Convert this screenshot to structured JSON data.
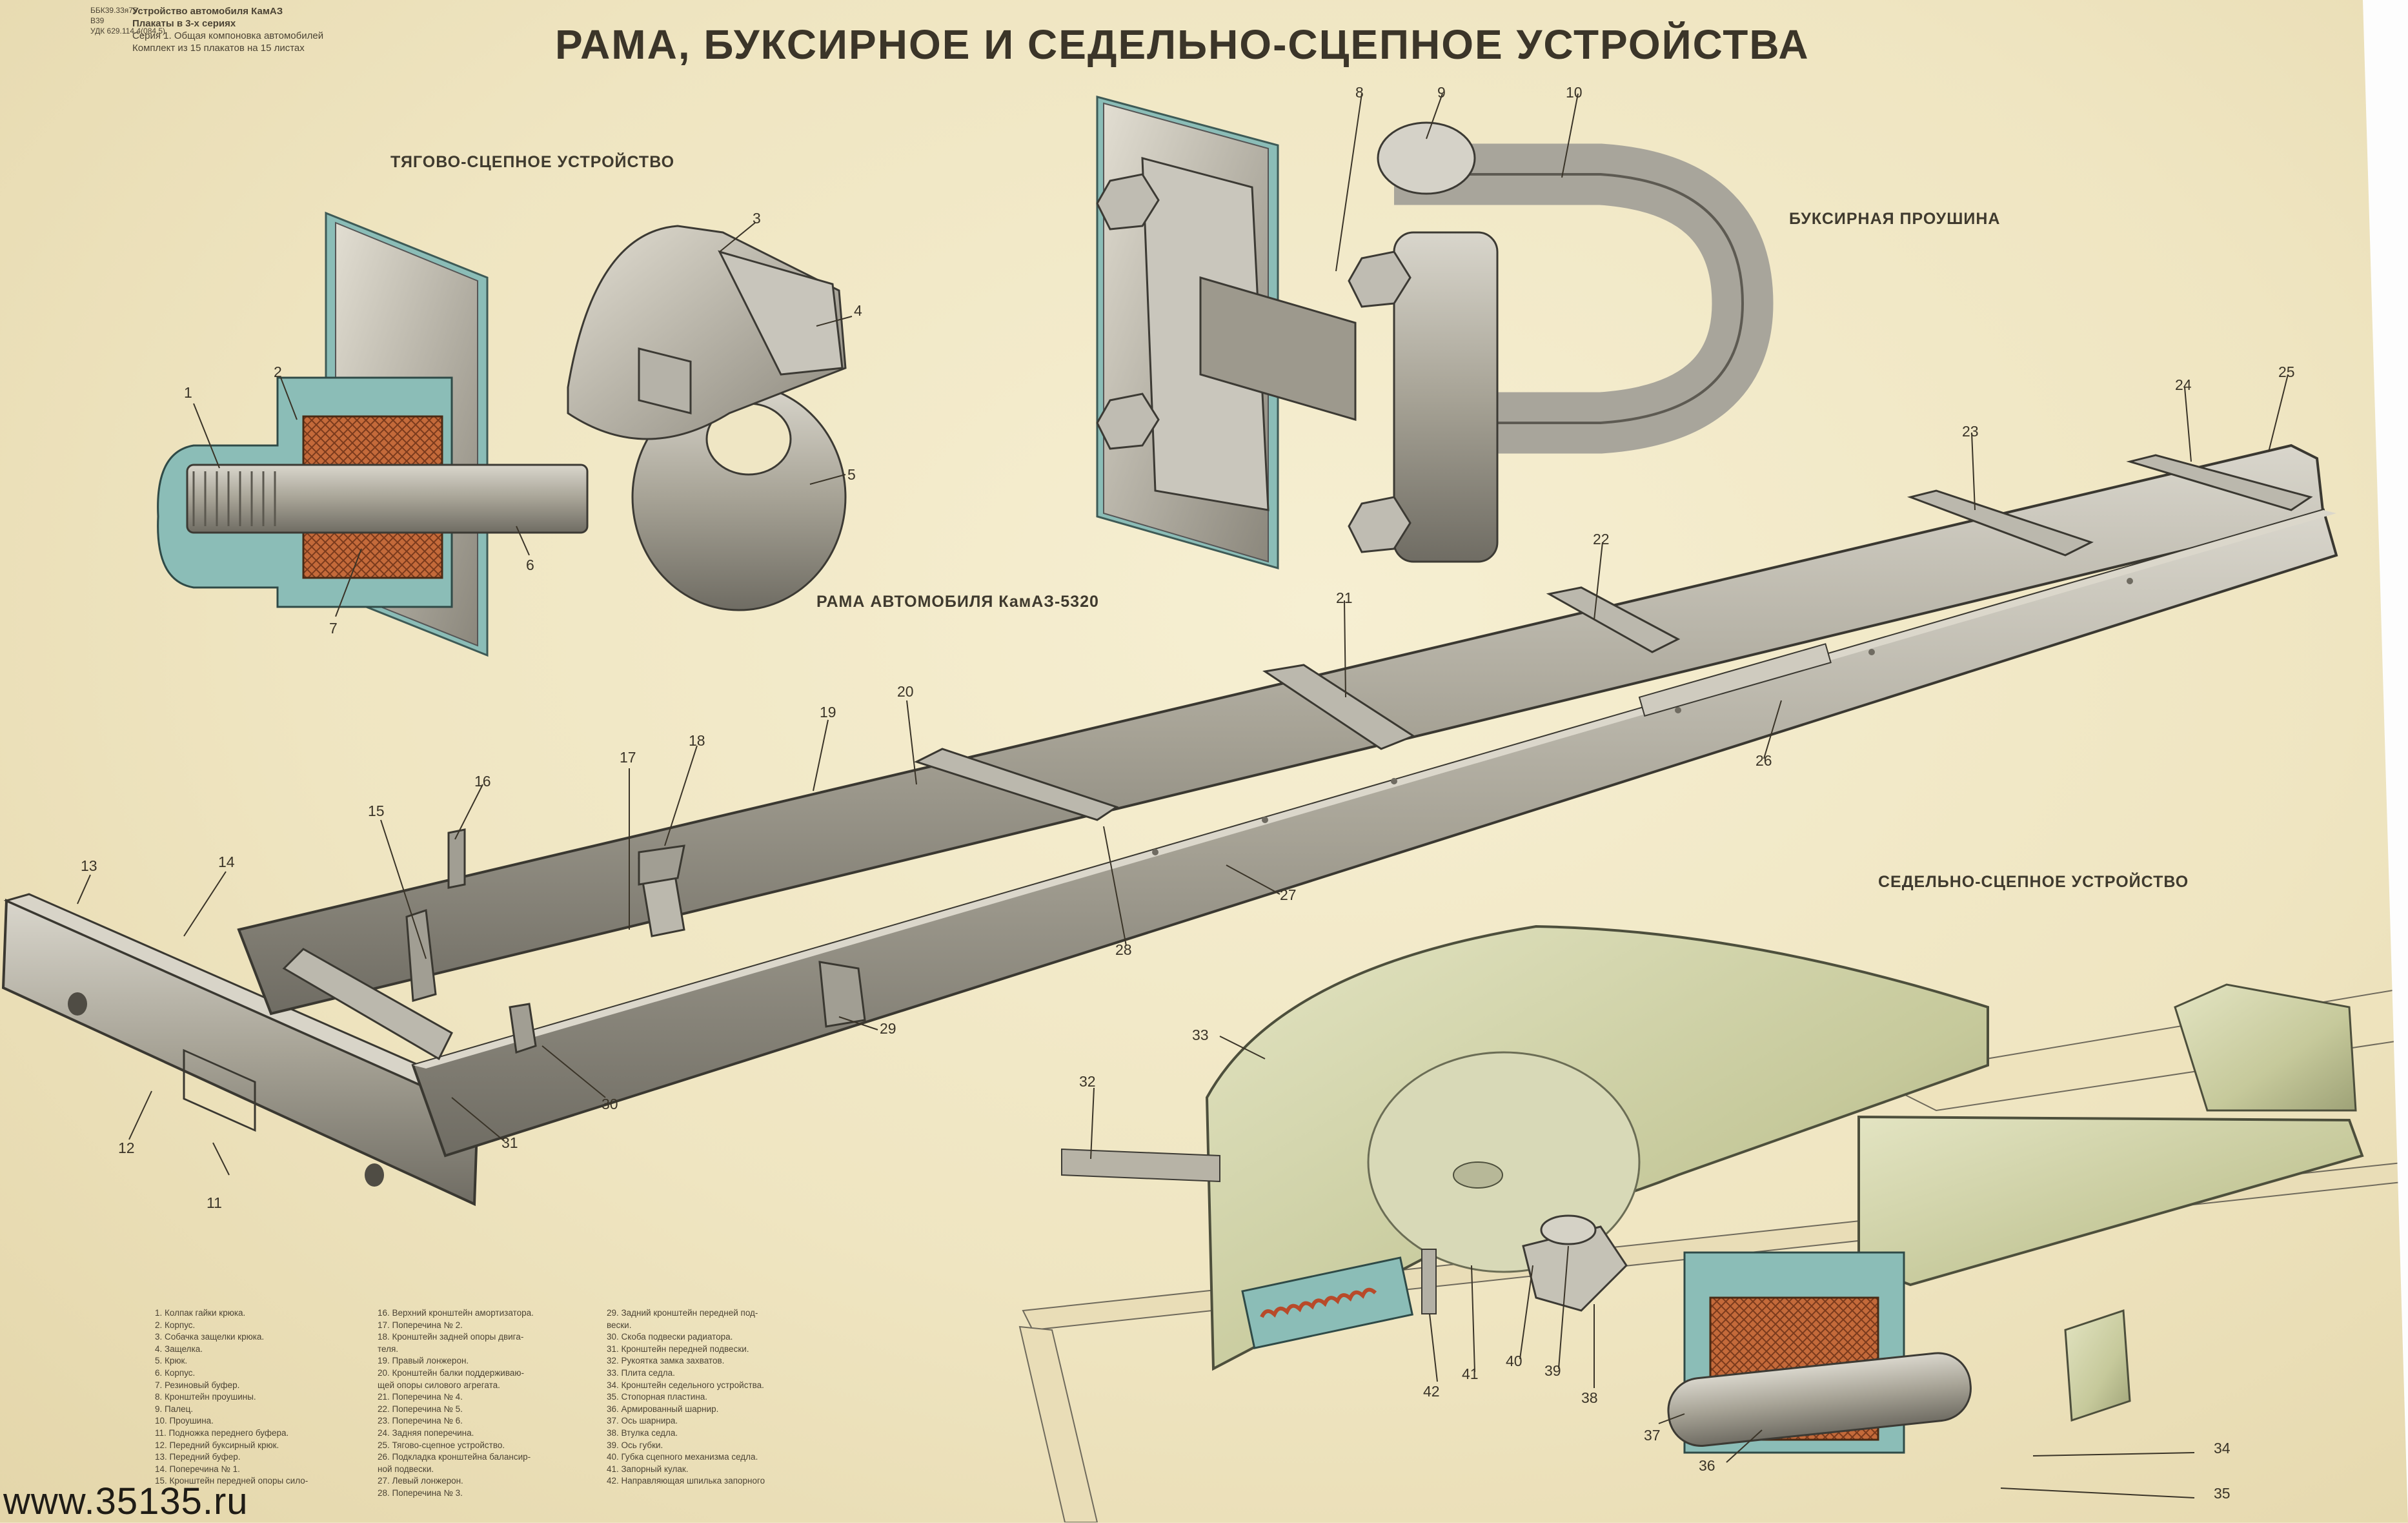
{
  "header": {
    "left_codes": [
      "ББК39.33я75",
      "В39",
      "УДК 629.114.4(084.5)"
    ],
    "lines": [
      "Устройство автомобиля КамАЗ",
      "Плакаты в 3-х сериях",
      "Серия 1. Общая компоновка автомобилей",
      "Комплект из 15 плакатов на 15 листах"
    ]
  },
  "title": "РАМА, БУКСИРНОЕ И СЕДЕЛЬНО-СЦЕПНОЕ УСТРОЙСТВА",
  "sections": {
    "coupling": "ТЯГОВО-СЦЕПНОЕ УСТРОЙСТВО",
    "towing_eye": "БУКСИРНАЯ ПРОУШИНА",
    "frame": "РАМА АВТОМОБИЛЯ КамАЗ-5320",
    "fifth_wheel": "СЕДЕЛЬНО-СЦЕПНОЕ УСТРОЙСТВО"
  },
  "callouts": {
    "n1": "1",
    "n2": "2",
    "n3": "3",
    "n4": "4",
    "n5": "5",
    "n6": "6",
    "n7": "7",
    "n8": "8",
    "n9": "9",
    "n10": "10",
    "n11": "11",
    "n12": "12",
    "n13": "13",
    "n14": "14",
    "n15": "15",
    "n16": "16",
    "n17": "17",
    "n18": "18",
    "n19": "19",
    "n20": "20",
    "n21": "21",
    "n22": "22",
    "n23": "23",
    "n24": "24",
    "n25": "25",
    "n26": "26",
    "n27": "27",
    "n28": "28",
    "n29": "29",
    "n30": "30",
    "n31": "31",
    "n32": "32",
    "n33": "33",
    "n34": "34",
    "n35": "35",
    "n36": "36",
    "n37": "37",
    "n38": "38",
    "n39": "39",
    "n40": "40",
    "n41": "41",
    "n42": "42"
  },
  "legend": {
    "col1": [
      "1. Колпак гайки крюка.",
      "2. Корпус.",
      "3. Собачка защелки крюка.",
      "4. Защелка.",
      "5. Крюк.",
      "6. Корпус.",
      "7. Резиновый буфер.",
      "8. Кронштейн проушины.",
      "9. Палец.",
      "10. Проушина.",
      "11. Подножка переднего буфера.",
      "12. Передний буксирный крюк.",
      "13. Передний буфер.",
      "14. Поперечина № 1.",
      "15. Кронштейн передней опоры сило-"
    ],
    "col2": [
      "16. Верхний кронштейн амортизатора.",
      "17. Поперечина № 2.",
      "18. Кронштейн задней опоры двига-",
      "теля.",
      "19. Правый лонжерон.",
      "20. Кронштейн балки поддерживаю-",
      "щей опоры силового агрегата.",
      "21. Поперечина № 4.",
      "22. Поперечина № 5.",
      "23. Поперечина № 6.",
      "24. Задняя поперечина.",
      "25. Тягово-сцепное устройство.",
      "26. Подкладка кронштейна балансир-",
      "ной подвески.",
      "27. Левый лонжерон.",
      "28. Поперечина № 3."
    ],
    "col3": [
      "29. Задний кронштейн передней под-",
      "вески.",
      "30. Скоба подвески радиатора.",
      "31. Кронштейн передней подвески.",
      "32. Рукоятка замка захватов.",
      "33. Плита седла.",
      "34. Кронштейн седельного устройства.",
      "35. Стопорная пластина.",
      "36. Армированный шарнир.",
      "37. Ось шарнира.",
      "38. Втулка седла.",
      "39. Ось губки.",
      "40. Губка сцепного механизма седла.",
      "41. Запорный кулак.",
      "42. Направляющая шпилька запорного"
    ]
  },
  "website": "www.35135.ru"
}
